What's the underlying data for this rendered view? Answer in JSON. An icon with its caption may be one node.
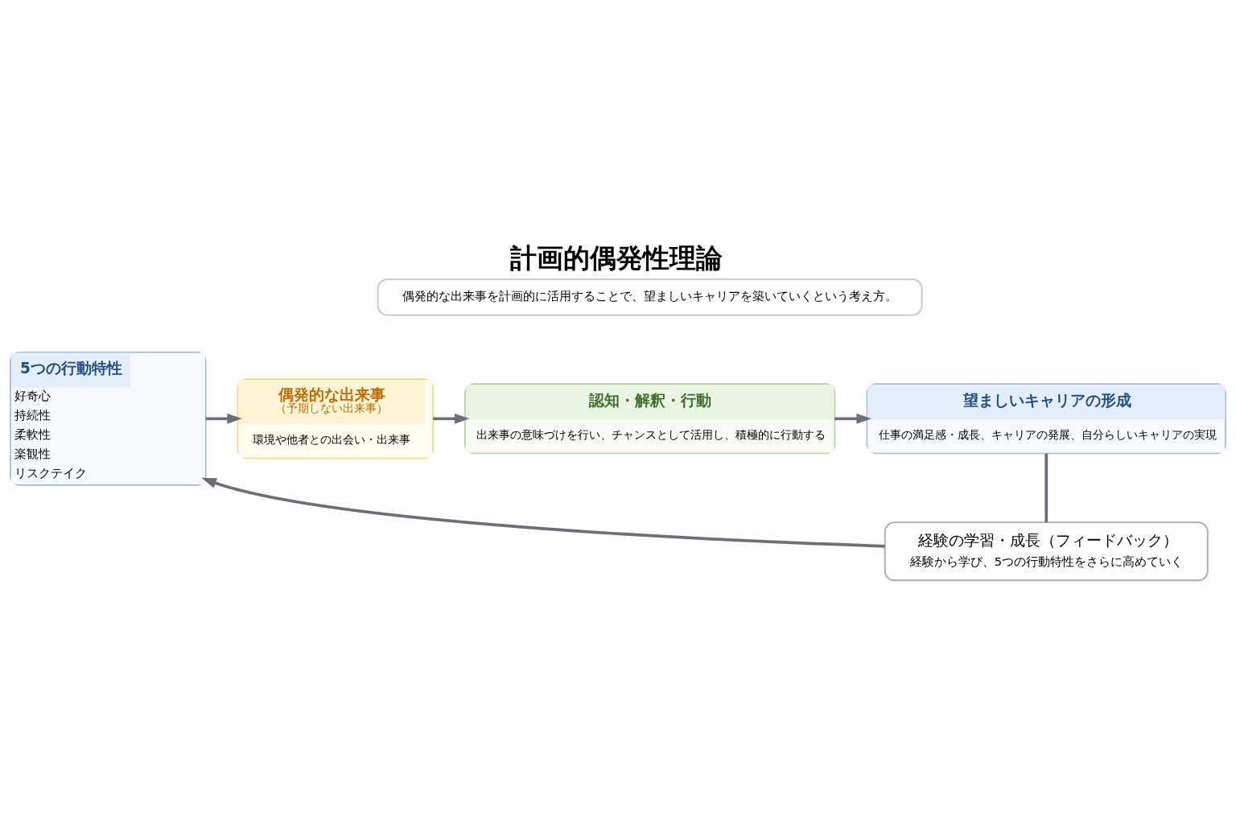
{
  "diagram": {
    "title": "計画的偶発性理論",
    "nodes": [
      {
        "text": [
          "偶発的な出来事を計画的に活用することで、望ましいキャリアを築いていくという考え方。"
        ]
      },
      {
        "text": [
          "5つの行動特性",
          "好奇心",
          "持続性",
          "柔軟性",
          "楽観性",
          "リスクテイク"
        ]
      },
      {
        "text": [
          "偶発的な出来事",
          "（予期しない出来事）",
          "環境や他者との出会い・出来事"
        ]
      },
      {
        "text": [
          "認知・解釈・行動",
          "出来事の意味づけを行い、チャンスとして活用し、積極的に行動する"
        ]
      },
      {
        "text": [
          "望ましいキャリアの形成",
          "仕事の満足感・成長、キャリアの発展、自分らしいキャリアの実現"
        ]
      },
      {
        "text": [
          "経験の学習・成長（フィードバック）",
          "経験から学び、5つの行動特性をさらに高めていく"
        ]
      }
    ],
    "edges": [
      {
        "from": 1,
        "to": 2,
        "arrow": "to"
      },
      {
        "from": 2,
        "to": 3,
        "arrow": "to"
      },
      {
        "from": 3,
        "to": 4,
        "arrow": "to"
      },
      {
        "from": 4,
        "to": 5,
        "arrow": "none"
      },
      {
        "from": 5,
        "to": 1,
        "arrow": "to"
      }
    ]
  }
}
